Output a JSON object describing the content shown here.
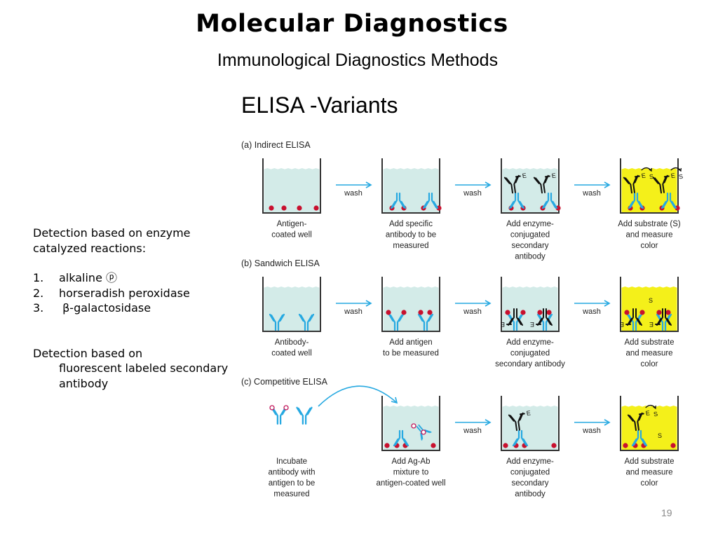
{
  "slide": {
    "title": "Molecular Diagnostics",
    "subtitle": "Immunological Diagnostics Methods",
    "heading": "ELISA -Variants",
    "page_number": "19"
  },
  "notes": {
    "enzyme_intro": "Detection based on enzyme catalyzed reactions:",
    "enzymes": [
      {
        "num": "1.",
        "label": "alkaline ⓟ"
      },
      {
        "num": "2.",
        "label": "horseradish peroxidase"
      },
      {
        "num": "3.",
        "label": " β-galactosidase"
      }
    ],
    "fluor_first": "Detection based on",
    "fluor_rest": "fluorescent labeled secondary antibody"
  },
  "figure": {
    "colors": {
      "buffer": "#d3ebe8",
      "substrate": "#f4f01a",
      "antigen": "#c8102e",
      "antibody": "#27a9e1",
      "arrow": "#27a9e1"
    },
    "wash_label": "wash",
    "enzyme_letter": "E",
    "substrate_letter": "S",
    "panels": [
      {
        "label": "(a) Indirect ELISA",
        "steps": [
          {
            "caption": [
              "Antigen-",
              "coated well"
            ]
          },
          {
            "caption": [
              "Add specific",
              "antibody to be",
              "measured"
            ]
          },
          {
            "caption": [
              "Add enzyme-",
              "conjugated",
              "secondary",
              "antibody"
            ]
          },
          {
            "caption": [
              "Add substrate (S)",
              "and measure",
              "color"
            ]
          }
        ]
      },
      {
        "label": "(b) Sandwich ELISA",
        "steps": [
          {
            "caption": [
              "Antibody-",
              "coated well"
            ]
          },
          {
            "caption": [
              "Add antigen",
              "to be measured"
            ]
          },
          {
            "caption": [
              "Add enzyme-",
              "conjugated",
              "secondary antibody"
            ]
          },
          {
            "caption": [
              "Add substrate",
              "and measure",
              "color"
            ]
          }
        ]
      },
      {
        "label": "(c) Competitive ELISA",
        "steps": [
          {
            "caption": [
              "Incubate",
              "antibody with",
              "antigen to be",
              "measured"
            ]
          },
          {
            "caption": [
              "Add Ag-Ab",
              "mixture to",
              "antigen-coated well"
            ]
          },
          {
            "caption": [
              "Add enzyme-",
              "conjugated",
              "secondary",
              "antibody"
            ]
          },
          {
            "caption": [
              "Add substrate",
              "and measure",
              "color"
            ]
          }
        ]
      }
    ]
  }
}
